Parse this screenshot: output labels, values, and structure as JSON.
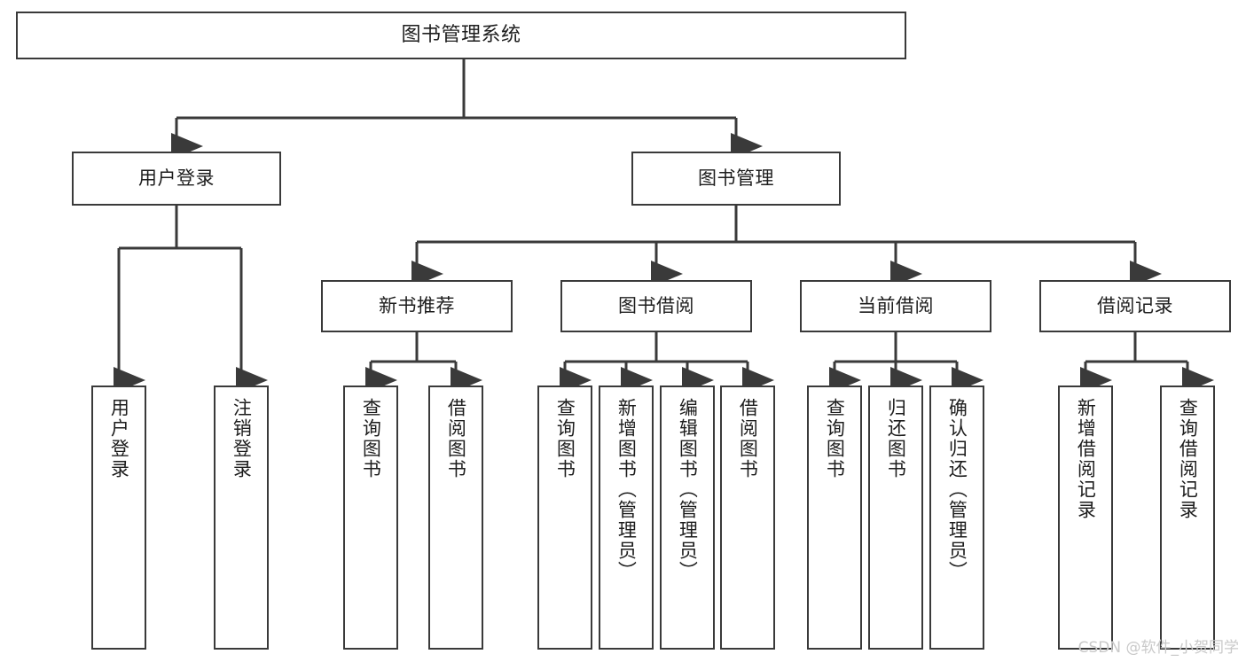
{
  "diagram": {
    "type": "tree",
    "title": "图书管理系统",
    "watermark": "CSDN @软件_小贺同学",
    "style": {
      "box_border_color": "#3a3a3a",
      "box_fill": "#ffffff",
      "line_color": "#3a3a3a",
      "text_color": "#1d1d1d",
      "watermark_color": "#c9c9c9"
    },
    "nodes": {
      "root": {
        "label": "图书管理系统"
      },
      "level2": [
        {
          "id": "user-login",
          "label": "用户登录"
        },
        {
          "id": "book-manage",
          "label": "图书管理"
        }
      ],
      "level3": [
        {
          "id": "new-book-recommend",
          "label": "新书推荐"
        },
        {
          "id": "book-borrow",
          "label": "图书借阅"
        },
        {
          "id": "current-borrow",
          "label": "当前借阅"
        },
        {
          "id": "borrow-record",
          "label": "借阅记录"
        }
      ],
      "leaves": {
        "user_login": [
          {
            "id": "leaf-user-login",
            "label": "用户登录"
          },
          {
            "id": "leaf-logout",
            "label": "注销登录"
          }
        ],
        "new_book_recommend": [
          {
            "id": "leaf-query-book-1",
            "label": "查询图书"
          },
          {
            "id": "leaf-borrow-book-1",
            "label": "借阅图书"
          }
        ],
        "book_borrow": [
          {
            "id": "leaf-query-book-2",
            "label": "查询图书"
          },
          {
            "id": "leaf-add-book",
            "label": "新增图书（管理员）"
          },
          {
            "id": "leaf-edit-book",
            "label": "编辑图书（管理员）"
          },
          {
            "id": "leaf-borrow-book-2",
            "label": "借阅图书"
          }
        ],
        "current_borrow": [
          {
            "id": "leaf-query-book-3",
            "label": "查询图书"
          },
          {
            "id": "leaf-return-book",
            "label": "归还图书"
          },
          {
            "id": "leaf-confirm-return",
            "label": "确认归还（管理员）"
          }
        ],
        "borrow_record": [
          {
            "id": "leaf-add-record",
            "label": "新增借阅记录"
          },
          {
            "id": "leaf-query-record",
            "label": "查询借阅记录"
          }
        ]
      }
    }
  }
}
